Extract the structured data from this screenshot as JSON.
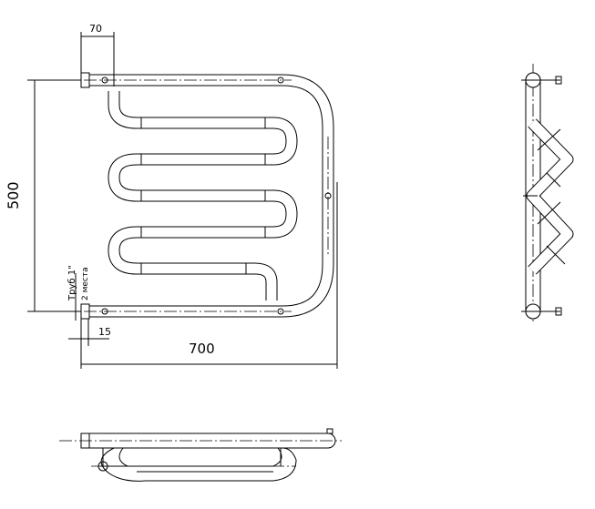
{
  "drawing": {
    "dimensions": {
      "flange_width": "70",
      "height": "500",
      "width": "700",
      "offset": "15"
    },
    "notes": {
      "thread": "Труб 1\"",
      "places": "2 места"
    },
    "line_color": "#000000",
    "background": "#ffffff"
  }
}
